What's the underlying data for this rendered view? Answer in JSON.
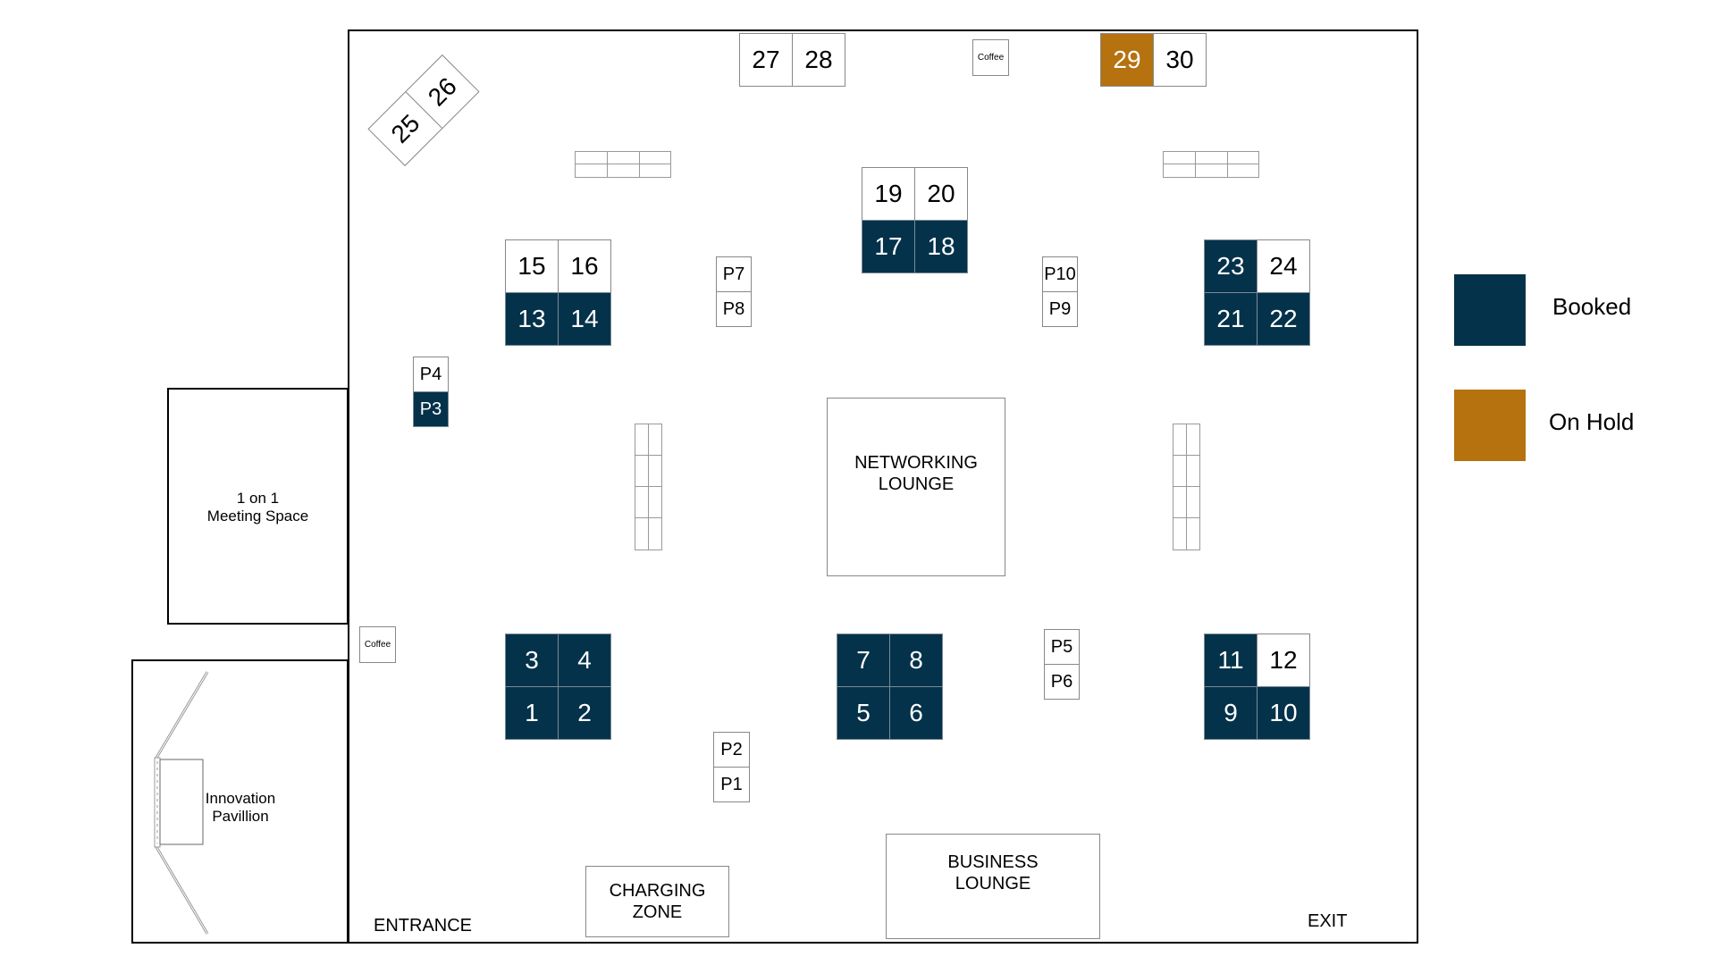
{
  "colors": {
    "booked": "#04324a",
    "on_hold": "#b5720f"
  },
  "legend": {
    "booked_label": "Booked",
    "on_hold_label": "On Hold"
  },
  "zones": {
    "networking_lounge": "NETWORKING\nLOUNGE",
    "business_lounge": "BUSINESS\nLOUNGE",
    "charging_zone": "CHARGING\nZONE",
    "meeting_space": "1 on 1\nMeeting Space",
    "innovation_pavillion": "Innovation\nPavillion"
  },
  "labels": {
    "entrance": "ENTRANCE",
    "exit": "EXIT",
    "coffee": "Coffee"
  },
  "booths": [
    {
      "number": "1",
      "status": "booked"
    },
    {
      "number": "2",
      "status": "booked"
    },
    {
      "number": "3",
      "status": "booked"
    },
    {
      "number": "4",
      "status": "booked"
    },
    {
      "number": "5",
      "status": "booked"
    },
    {
      "number": "6",
      "status": "booked"
    },
    {
      "number": "7",
      "status": "booked"
    },
    {
      "number": "8",
      "status": "booked"
    },
    {
      "number": "9",
      "status": "booked"
    },
    {
      "number": "10",
      "status": "booked"
    },
    {
      "number": "11",
      "status": "booked"
    },
    {
      "number": "12",
      "status": "available"
    },
    {
      "number": "13",
      "status": "booked"
    },
    {
      "number": "14",
      "status": "booked"
    },
    {
      "number": "15",
      "status": "available"
    },
    {
      "number": "16",
      "status": "available"
    },
    {
      "number": "17",
      "status": "booked"
    },
    {
      "number": "18",
      "status": "booked"
    },
    {
      "number": "19",
      "status": "available"
    },
    {
      "number": "20",
      "status": "available"
    },
    {
      "number": "21",
      "status": "booked"
    },
    {
      "number": "22",
      "status": "booked"
    },
    {
      "number": "23",
      "status": "booked"
    },
    {
      "number": "24",
      "status": "available"
    },
    {
      "number": "25",
      "status": "available"
    },
    {
      "number": "26",
      "status": "available"
    },
    {
      "number": "27",
      "status": "available"
    },
    {
      "number": "28",
      "status": "available"
    },
    {
      "number": "29",
      "status": "on_hold"
    },
    {
      "number": "30",
      "status": "available"
    }
  ],
  "pods": [
    {
      "label": "P1",
      "status": "available"
    },
    {
      "label": "P2",
      "status": "available"
    },
    {
      "label": "P3",
      "status": "booked"
    },
    {
      "label": "P4",
      "status": "available"
    },
    {
      "label": "P5",
      "status": "available"
    },
    {
      "label": "P6",
      "status": "available"
    },
    {
      "label": "P7",
      "status": "available"
    },
    {
      "label": "P8",
      "status": "available"
    },
    {
      "label": "P9",
      "status": "available"
    },
    {
      "label": "P10",
      "status": "available"
    }
  ]
}
